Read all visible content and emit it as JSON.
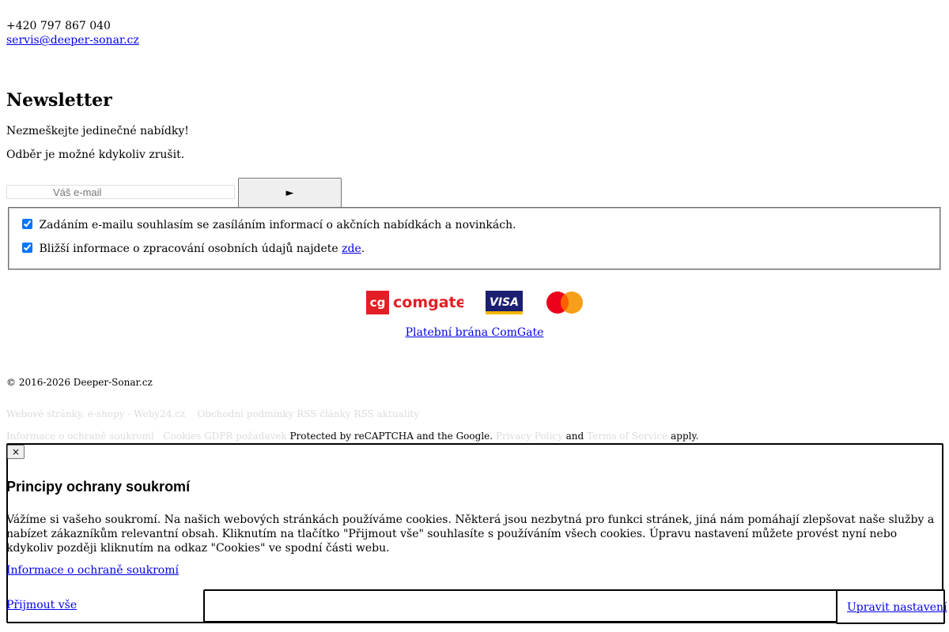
{
  "contact": {
    "phone": "+420 797 867 040",
    "email": "servis@deeper-sonar.cz"
  },
  "newsletter": {
    "title": "Newsletter",
    "line1": "Nezmeškejte jedinečné nabídky!",
    "line2": "Odběr je možné kdykoliv zrušit.",
    "email_placeholder": "Váš e-mail",
    "email_value": "",
    "submit_label": "►",
    "consent1": {
      "checked": true,
      "text": "Zadáním e-mailu souhlasím se zasíláním informací o akčních nabídkách a novinkách."
    },
    "consent2": {
      "checked": true,
      "text_before": "Bližší informace o zpracování osobních údajů najdete ",
      "link": "zde",
      "text_after": "."
    }
  },
  "payment": {
    "logos": [
      "comgate",
      "visa",
      "mastercard"
    ],
    "comgate_text": "comgate",
    "comgate_mark": "cg",
    "visa_text": "VISA",
    "link": "Platební brána ComGate",
    "colors": {
      "comgate": "#e31e24",
      "visa": "#1a1f71",
      "visa_accent": "#f7b600",
      "mc_red": "#eb001b",
      "mc_orange": "#f79e1b",
      "mc_overlap": "#ff5f00"
    }
  },
  "footer": {
    "copyright": "© 2016-2026 Deeper-Sonar.cz",
    "row1": {
      "weby": "Webové stránky, e-shopy - Weby24.cz",
      "terms": "Obchodní podmínky",
      "rss_articles": "RSS články",
      "rss_news": "RSS aktuality"
    },
    "row2": {
      "privacy": "Informace o ochraně soukromí",
      "cookies": "Cookies",
      "gdpr": "GDPR požadavek",
      "recaptcha": "Protected by reCAPTCHA and the Google.",
      "privacy_policy": "Privacy Policy",
      "and": "and",
      "tos": "Terms of Service",
      "apply": "apply."
    }
  },
  "cookie_dialog": {
    "close_label": "×",
    "title": "Principy ochrany soukromí",
    "text": "Vážíme si vašeho soukromí. Na našich webových stránkách používáme cookies. Některá jsou nezbytná pro funkci stránek, jiná nám pomáhají zlepšovat naše služby a nabízet zákazníkům relevantní obsah. Kliknutím na tlačítko \"Přijmout vše\" souhlasíte s používáním všech cookies. Úpravu nastavení můžete provést nyní nebo kdykoliv později kliknutím na odkaz \"Cookies\" ve spodní části webu.",
    "privacy_link": "Informace o ochraně soukromí",
    "accept_all": "Přijmout vše",
    "settings": "Upravit nastavení"
  }
}
